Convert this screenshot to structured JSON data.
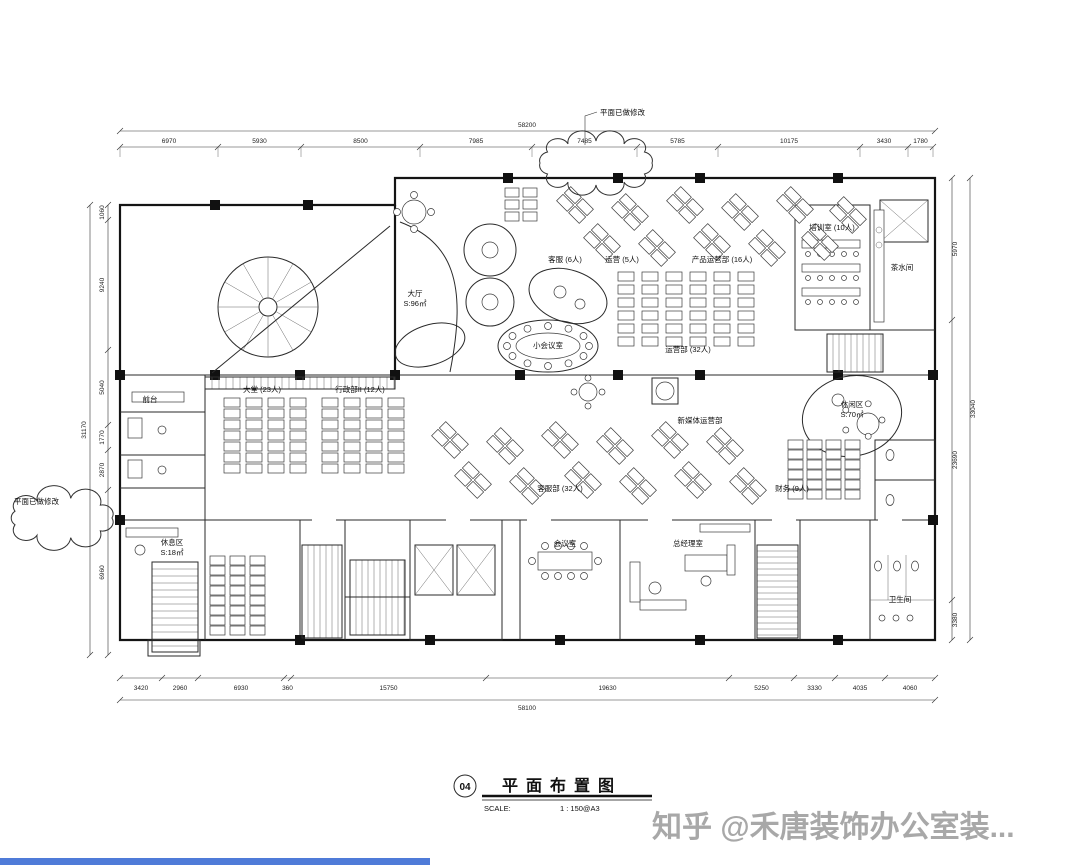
{
  "colors": {
    "line": "#141414",
    "watermark": "#a8a8a8",
    "bar_blue": "#4f7bd8"
  },
  "title_block": {
    "number": "04",
    "title": "平面布置图",
    "scale_label": "SCALE:",
    "scale_value": "1 : 150@A3"
  },
  "watermark": {
    "text": "知乎 @禾唐装饰办公室装..."
  },
  "revisions": [
    {
      "text": "平面已做修改"
    },
    {
      "text": "平面已做修改"
    }
  ],
  "rooms": [
    {
      "label": "大堂 (23人)"
    },
    {
      "label": "行政部II (12人)"
    },
    {
      "label": "大厅"
    },
    {
      "label": "S:96㎡"
    },
    {
      "label": "客服 (6人)"
    },
    {
      "label": "运营 (5人)"
    },
    {
      "label": "产品运营部 (16人)"
    },
    {
      "label": "培训室 (10人)"
    },
    {
      "label": "小会议室"
    },
    {
      "label": "运营部 (32人)"
    },
    {
      "label": "客服部 (32人)"
    },
    {
      "label": "新媒体运营部"
    },
    {
      "label": "休闲区"
    },
    {
      "label": "S:70㎡"
    },
    {
      "label": "财务 (9人)"
    },
    {
      "label": "会议室"
    },
    {
      "label": "总经理室"
    },
    {
      "label": "茶水间"
    },
    {
      "label": "卫生间"
    },
    {
      "label": "前台"
    },
    {
      "label": "休息区"
    },
    {
      "label": "S:18㎡"
    }
  ],
  "dimensions": {
    "top_total": "58200",
    "top": [
      "6970",
      "5930",
      "8500",
      "7985",
      "7485",
      "5785",
      "10175",
      "3430",
      "1780"
    ],
    "bottom": [
      "3420",
      "2960",
      "6930",
      "360",
      "15750",
      "19630",
      "5250",
      "3330",
      "4035",
      "4060"
    ],
    "bottom_total": "58100",
    "left": [
      "1060",
      "9240",
      "5040",
      "1770",
      "2870",
      "6960"
    ],
    "left_total": "31170",
    "right": [
      "5970",
      "23690",
      "3380"
    ],
    "right_total": "33040"
  }
}
